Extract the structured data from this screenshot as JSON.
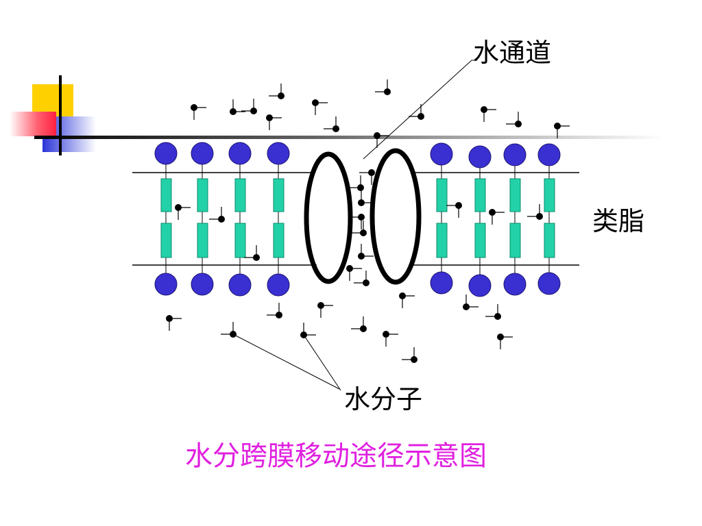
{
  "labels": {
    "water_channel": "水通道",
    "lipid": "类脂",
    "water_molecule": "水分子"
  },
  "caption": "水分跨膜移动途径示意图",
  "colors": {
    "head": "#3a2fd0",
    "tail": "#23d1a8",
    "line": "#000000",
    "caption": "#e020e0",
    "deco_yellow": "#ffd000",
    "deco_red": "#ff3050",
    "deco_blue": "#2a34d8"
  }
}
